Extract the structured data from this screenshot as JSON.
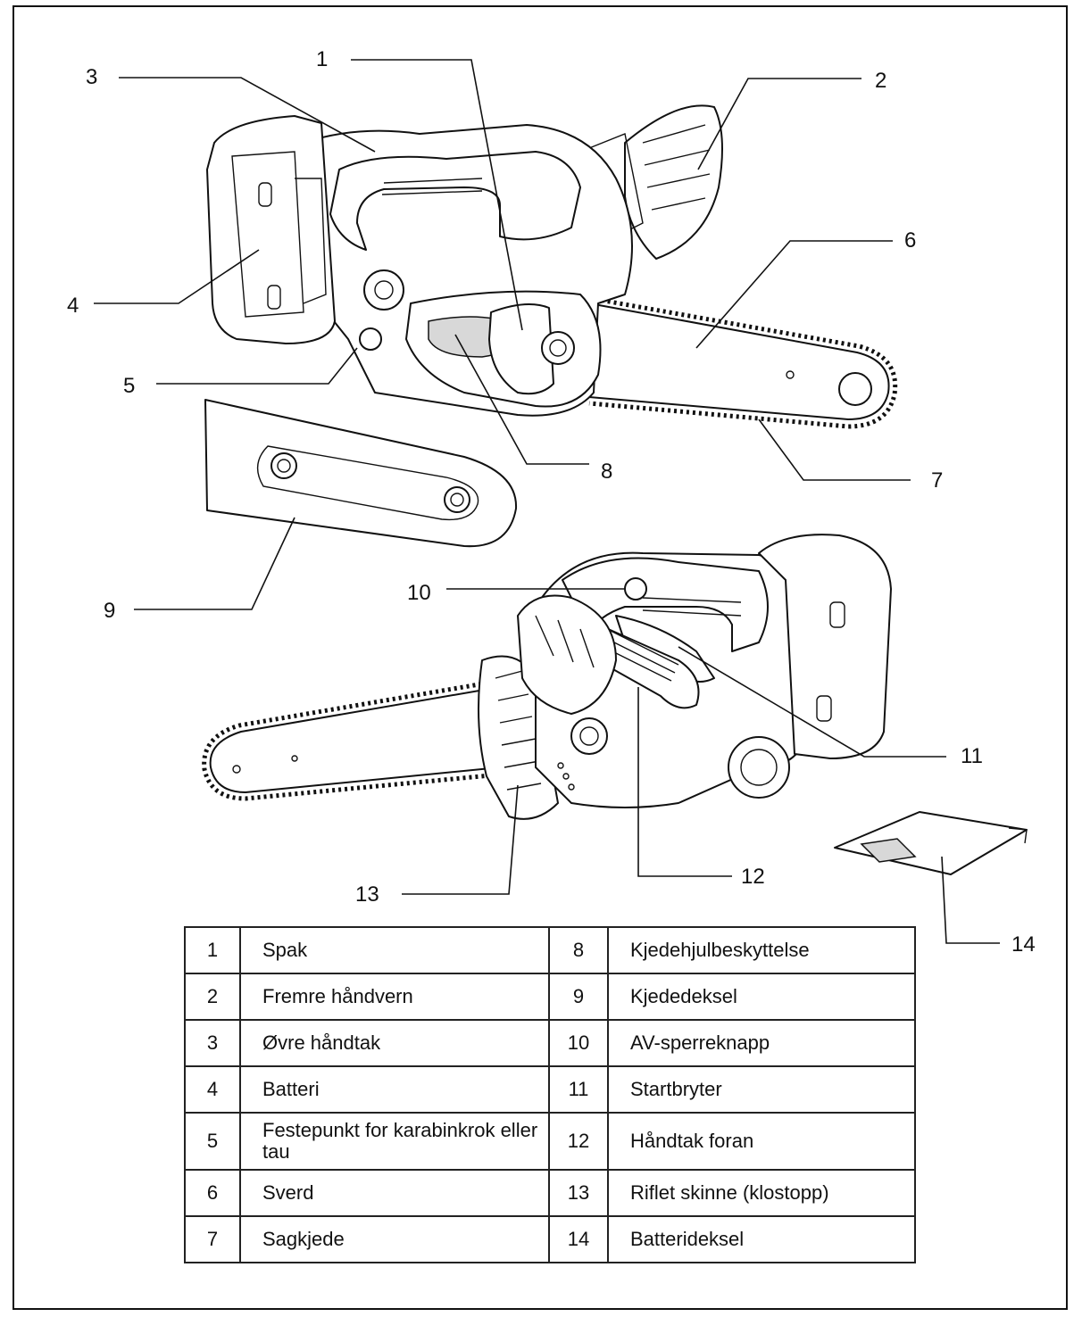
{
  "callouts": [
    "1",
    "2",
    "3",
    "4",
    "5",
    "6",
    "7",
    "8",
    "9",
    "10",
    "11",
    "12",
    "13",
    "14"
  ],
  "parts_table": [
    {
      "left_no": "1",
      "left_label": "Spak",
      "right_no": "8",
      "right_label": "Kjedehjulbeskyttelse"
    },
    {
      "left_no": "2",
      "left_label": "Fremre håndvern",
      "right_no": "9",
      "right_label": "Kjededeksel"
    },
    {
      "left_no": "3",
      "left_label": "Øvre håndtak",
      "right_no": "10",
      "right_label": "AV-sperreknapp"
    },
    {
      "left_no": "4",
      "left_label": "Batteri",
      "right_no": "11",
      "right_label": "Startbryter"
    },
    {
      "left_no": "5",
      "left_label": "Festepunkt for karabinkrok eller tau",
      "right_no": "12",
      "right_label": "Håndtak foran"
    },
    {
      "left_no": "6",
      "left_label": "Sverd",
      "right_no": "13",
      "right_label": "Riflet skinne (klostopp)"
    },
    {
      "left_no": "7",
      "left_label": "Sagkjede",
      "right_no": "14",
      "right_label": "Batterideksel"
    }
  ]
}
